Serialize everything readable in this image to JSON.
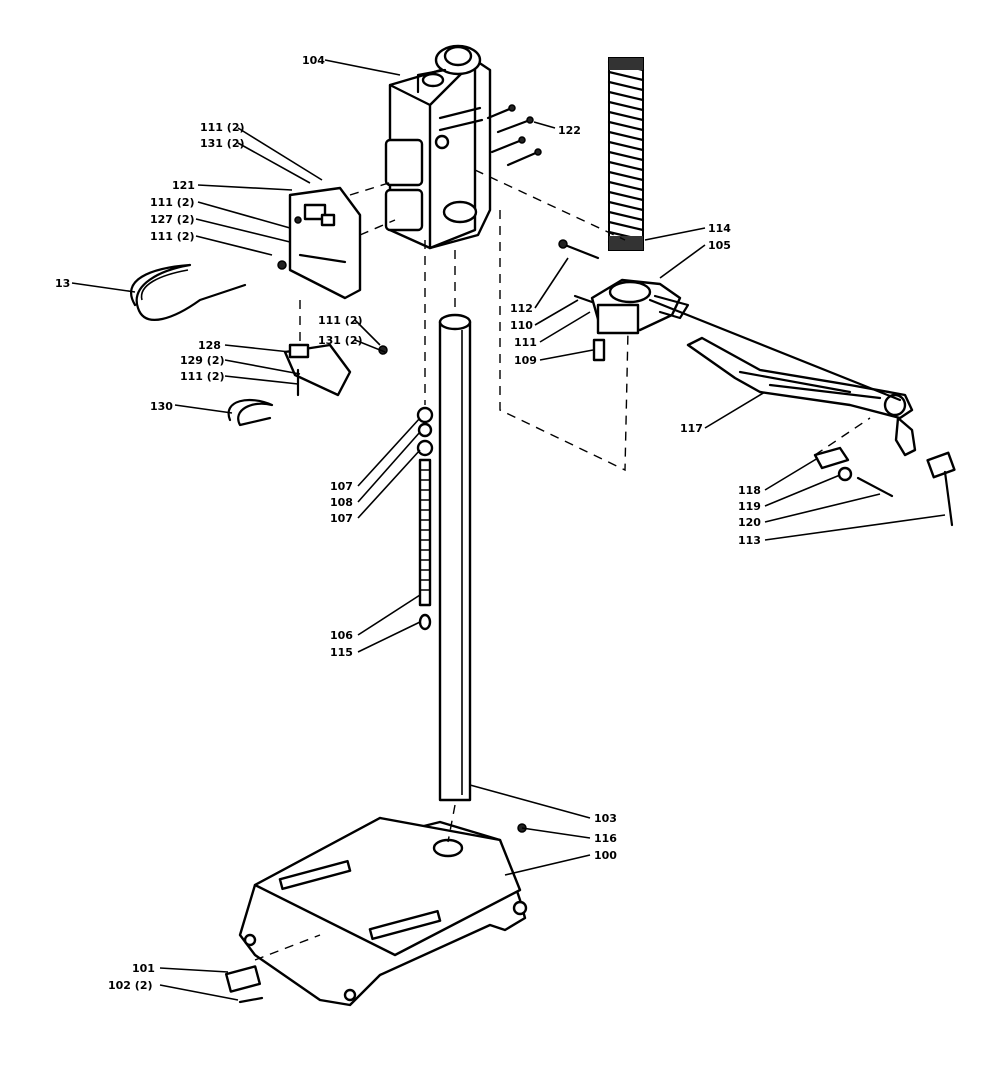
{
  "labels": {
    "l104": "104",
    "l122": "122",
    "l111_2a": "111 (2)",
    "l131_2a": "131 (2)",
    "l121": "121",
    "l111_2b": "111 (2)",
    "l127_2": "127 (2)",
    "l111_2c": "111 (2)",
    "l13": "13",
    "l114": "114",
    "l105": "105",
    "l112": "112",
    "l110": "110",
    "l111": "111",
    "l109": "109",
    "l111_2d": "111 (2)",
    "l131_2b": "131 (2)",
    "l128": "128",
    "l129_2": "129 (2)",
    "l111_2e": "111 (2)",
    "l130": "130",
    "l117": "117",
    "l107a": "107",
    "l108a": "108",
    "l107b": "107",
    "l118": "118",
    "l119": "119",
    "l120": "120",
    "l113": "113",
    "l106": "106",
    "l115": "115",
    "l103": "103",
    "l116": "116",
    "l100": "100",
    "l101": "101",
    "l102_2": "102 (2)"
  }
}
